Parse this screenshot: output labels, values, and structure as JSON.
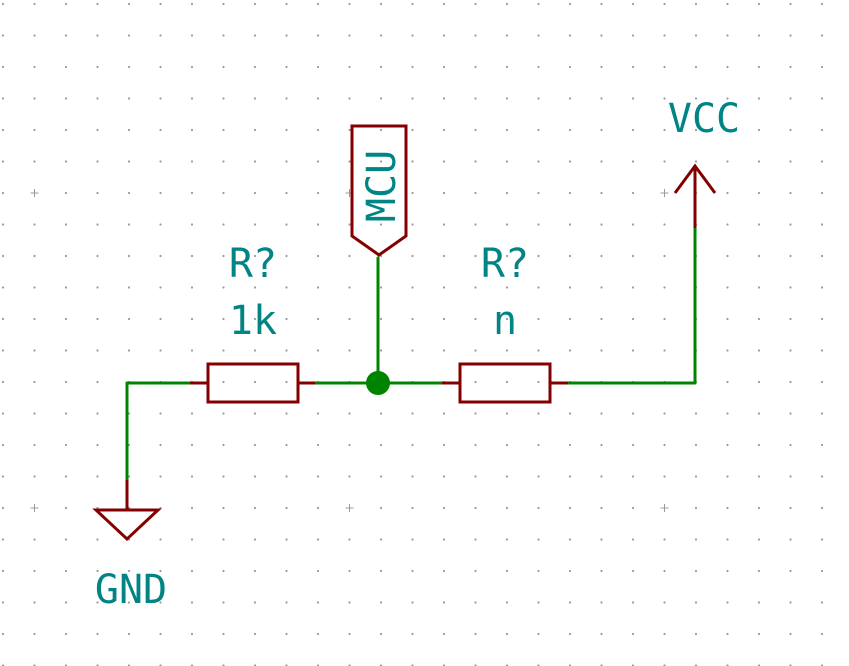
{
  "colors": {
    "background": "#ffffff",
    "wire": "#008400",
    "component": "#840000",
    "label": "#008484",
    "grid": "#9a9a9a"
  },
  "components": {
    "r1": {
      "reference": "R?",
      "value": "1k"
    },
    "r2": {
      "reference": "R?",
      "value": "n"
    },
    "mcu_label": {
      "text": "MCU"
    },
    "vcc": {
      "text": "VCC"
    },
    "gnd": {
      "text": "GND"
    }
  }
}
